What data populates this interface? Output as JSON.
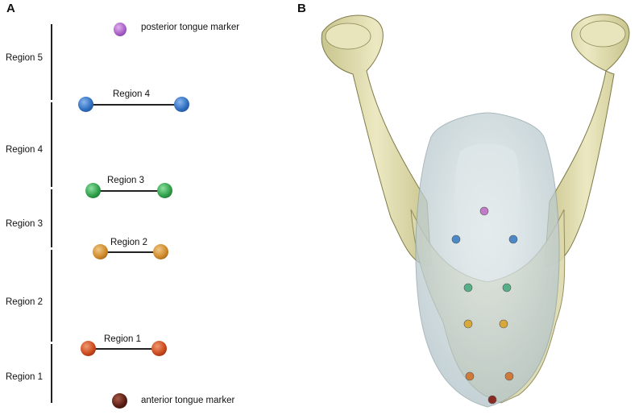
{
  "panel_a": {
    "letter": "A",
    "regions": [
      "Region 5",
      "Region 4",
      "Region 3",
      "Region 2",
      "Region 1"
    ],
    "pairs": [
      {
        "label": "Region 4",
        "color": "#2f6fc0"
      },
      {
        "label": "Region 3",
        "color": "#2fa04a"
      },
      {
        "label": "Region 2",
        "color": "#d08a2a"
      },
      {
        "label": "Region 1",
        "color": "#cc4a1e"
      }
    ],
    "posterior_marker": {
      "label": "posterior tongue marker",
      "color": "#a860c8"
    },
    "anterior_marker": {
      "label": "anterior tongue marker",
      "color": "#5a1e14"
    }
  },
  "panel_b": {
    "letter": "B",
    "bone_color": "#e3dfb4",
    "tongue_color": "#c5d4d8",
    "markers": [
      {
        "color": "#c07ac8"
      },
      {
        "color": "#4a88c8"
      },
      {
        "color": "#4a88c8"
      },
      {
        "color": "#55b088"
      },
      {
        "color": "#55b088"
      },
      {
        "color": "#d8a83a"
      },
      {
        "color": "#d8a83a"
      },
      {
        "color": "#d07a3a"
      },
      {
        "color": "#d07a3a"
      },
      {
        "color": "#8a2a20"
      }
    ]
  }
}
